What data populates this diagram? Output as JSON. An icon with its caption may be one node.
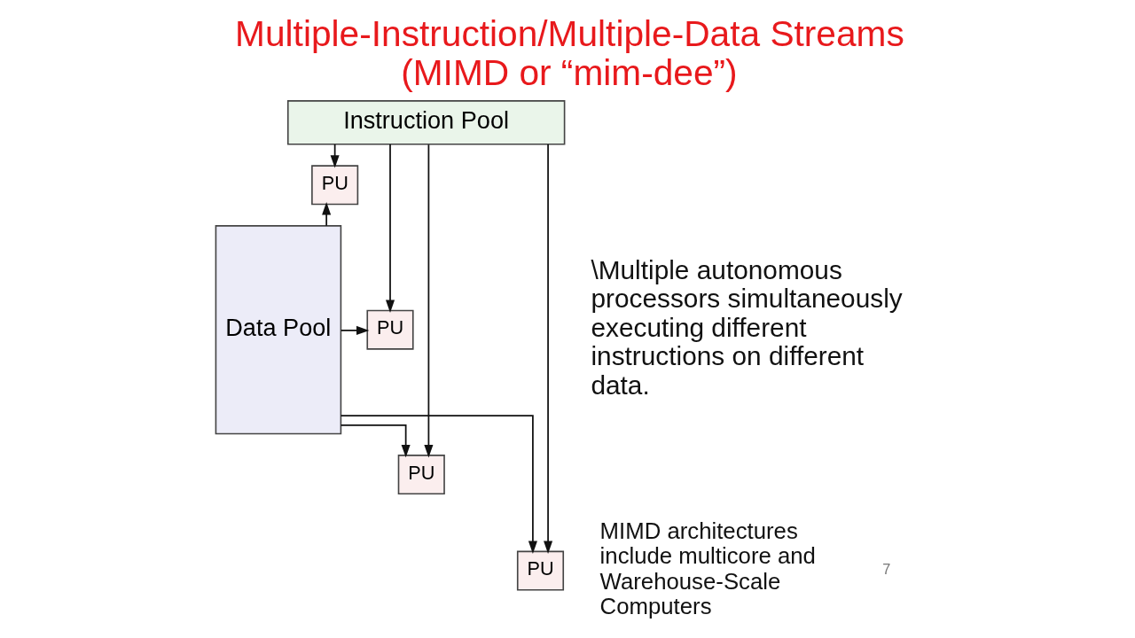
{
  "diagram": {
    "title": "Multiple-Instruction/Multiple-Data Streams (MIMD or “mim-dee”)",
    "nodes": [
      {
        "text": [
          "Instruction Pool"
        ]
      },
      {
        "text": [
          "Data Pool"
        ]
      },
      {
        "text": [
          "PU"
        ]
      },
      {
        "text": [
          "PU"
        ]
      },
      {
        "text": [
          "PU"
        ]
      },
      {
        "text": [
          "PU"
        ]
      }
    ],
    "edges": [
      {
        "from": 0,
        "to": 2,
        "arrow": "to"
      },
      {
        "from": 0,
        "to": 3,
        "arrow": "to"
      },
      {
        "from": 0,
        "to": 4,
        "arrow": "to"
      },
      {
        "from": 0,
        "to": 5,
        "arrow": "to"
      },
      {
        "from": 1,
        "to": 2,
        "arrow": "to"
      },
      {
        "from": 1,
        "to": 3,
        "arrow": "to"
      },
      {
        "from": 1,
        "to": 4,
        "arrow": "to"
      },
      {
        "from": 1,
        "to": 5,
        "arrow": "to"
      }
    ],
    "labels": [
      "\\Multiple autonomous processors simultaneously executing different instructions on different data.",
      "MIMD architectures include multicore and Warehouse-Scale Computers",
      "7"
    ]
  }
}
